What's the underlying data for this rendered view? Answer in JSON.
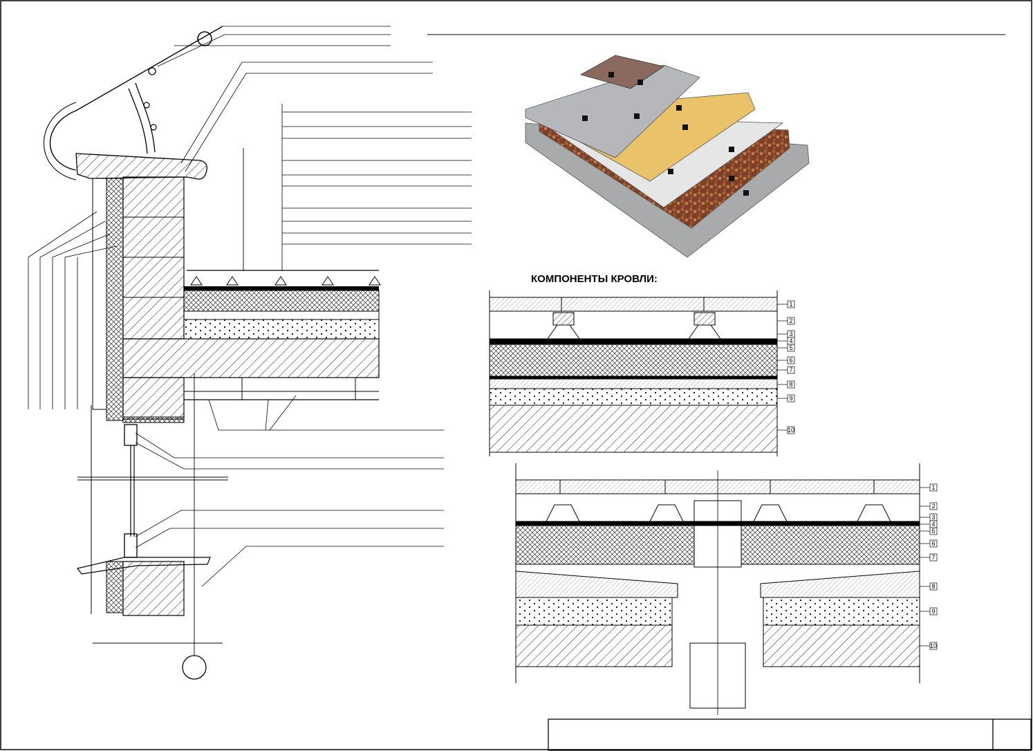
{
  "title": "КОМПОНЕНТЫ КРОВЛИ:",
  "section_a_layers": [
    "1",
    "2",
    "3",
    "4",
    "5",
    "6",
    "7",
    "8",
    "9",
    "10"
  ],
  "section_b_layers": [
    "1",
    "2",
    "3",
    "4",
    "5",
    "6",
    "7",
    "8",
    "9",
    "10"
  ],
  "colors": {
    "line": "#000000",
    "paper": "#ffffff",
    "tile_dark": "#8a6a5e",
    "membrane_gray": "#b5b7ba",
    "insulation_yellow": "#e9c26a",
    "gravel_brown": "#8b4a2b",
    "screed_light": "#e6e6e6",
    "slab_gray": "#a9aaac"
  }
}
